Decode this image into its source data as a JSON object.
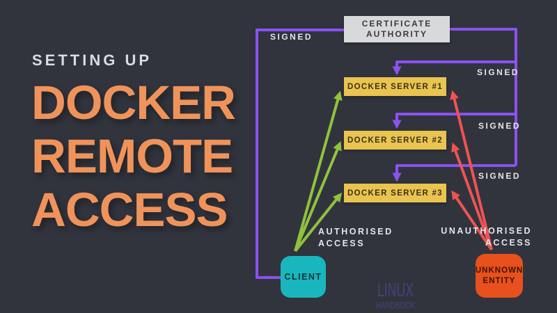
{
  "title": {
    "kicker": "SETTING UP",
    "lines": [
      "DOCKER",
      "REMOTE",
      "ACCESS"
    ]
  },
  "diagram": {
    "nodes": {
      "certificate_authority": {
        "line1": "CERTIFICATE",
        "line2": "AUTHORITY"
      },
      "server1": {
        "label": "DOCKER SERVER #1"
      },
      "server2": {
        "label": "DOCKER SERVER #2"
      },
      "server3": {
        "label": "DOCKER SERVER #3"
      },
      "client": {
        "label": "CLIENT"
      },
      "unknown_entity": {
        "line1": "UNKNOWN",
        "line2": "ENTITY"
      }
    },
    "labels": {
      "signed_top": "SIGNED",
      "signed_1": "SIGNED",
      "signed_2": "SIGNED",
      "signed_3": "SIGNED",
      "authorised_line1": "AUTHORISED",
      "authorised_line2": "ACCESS",
      "unauthorised_line1": "UNAUTHORISED",
      "unauthorised_line2": "ACCESS"
    },
    "colors": {
      "background": "#31343D",
      "title_orange": "#F0935A",
      "kicker_gray": "#D9DBDE",
      "signed_purple": "#8B52F0",
      "authorised_green": "#90C33D",
      "unauthorised_red": "#F05352",
      "server_yellow": "#E9C44F",
      "ca_gray": "#D8D9DA",
      "client_teal": "#19B7BD",
      "unknown_orange": "#E8501D",
      "label_white": "#E4E5E8",
      "watermark_purple": "#4A4380"
    }
  },
  "watermark": {
    "line1": "LINUX",
    "line2": "HANDBOOK"
  }
}
